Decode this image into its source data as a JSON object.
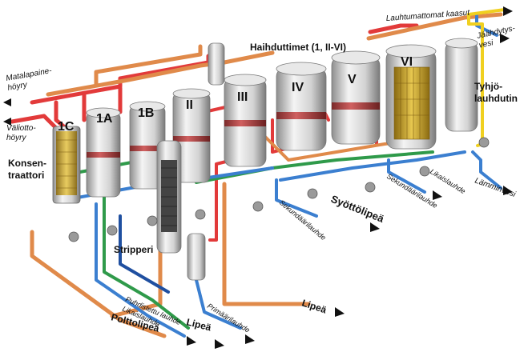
{
  "title": "Haihduttimet (1, II-VI)",
  "units": [
    {
      "id": "1C",
      "label": "1C"
    },
    {
      "id": "1A",
      "label": "1A"
    },
    {
      "id": "1B",
      "label": "1B"
    },
    {
      "id": "II",
      "label": "II"
    },
    {
      "id": "III",
      "label": "III"
    },
    {
      "id": "IV",
      "label": "IV"
    },
    {
      "id": "V",
      "label": "V"
    },
    {
      "id": "VI",
      "label": "VI"
    }
  ],
  "labels": {
    "konsentraattori": "Konsen-\ntraattori",
    "stripperi": "Stripperi",
    "tyhjolauhdutin": "Tyhjö-\nlauhdutin",
    "matalapainehoyry": "Matalapaine-\nhöyry",
    "valiottohoyry": "Väliotto-\nhöyry",
    "lauhtumattomat": "Lauhtumattomat kaasut",
    "jaahdytysvesi": "Jäähdytys-\nvesi",
    "lamminvesi": "Lämminvesi",
    "likaislauhde": "Likaislauhde",
    "sekundaarilauhde_a": "Sekundäärilauhde",
    "syottolipea": "Syöttölipeä",
    "sekundaarilauhde_b": "Sekundäärilauhde",
    "lipea_right": "Lipeä",
    "primaarilauhde": "Primäärilauhde",
    "lipea_bottom": "Lipeä",
    "puhdistettu_lauhde": "Puhdistettu lauhde",
    "likaislauhde_bottom": "Likaislauhde",
    "polttolipea": "Polttolipeä"
  },
  "colors": {
    "steam": "#e23a3a",
    "liquor": "#e08a4a",
    "condensate_green": "#2f9a4a",
    "water_blue": "#3b7fd0",
    "dark_blue": "#1f4fa0",
    "gas_yellow": "#f0d020",
    "shell": "#cfcfcf",
    "band": "#b84a4a"
  }
}
